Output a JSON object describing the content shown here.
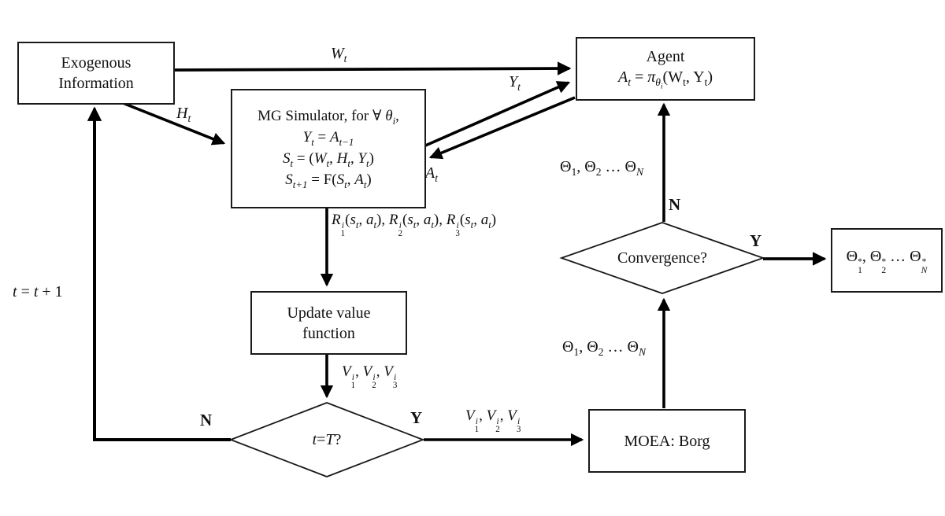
{
  "colors": {
    "background": "#ffffff",
    "stroke": "#000000",
    "text": "#111111"
  },
  "nodes": {
    "exogenous": {
      "line1": "Exogenous",
      "line2": "Information"
    },
    "simulator": {
      "line1_html": "MG Simulator, for ∀ <i>θ<sub>i</sub></i>,",
      "line2_html": "<i>Y<sub>t</sub></i> = <i>A<sub>t−1</sub></i>",
      "line3_html": "<i>S<sub>t</sub></i> = (<i>W<sub>t</sub></i>, <i>H<sub>t</sub></i>, <i>Y<sub>t</sub></i>)",
      "line4_html": "<i>S<sub>t+1</sub></i> = F(<i>S<sub>t</sub></i>, <i>A<sub>t</sub></i>)"
    },
    "agent": {
      "line1": "Agent",
      "line2_html": "<i>A<sub>t</sub></i> = <i>π<sub>θ<sub>i</sub></sub></i>(W<sub>t</sub>, Y<sub>t</sub>)"
    },
    "update_value": {
      "line1": "Update value",
      "line2": "function"
    },
    "moea": {
      "label": "MOEA: Borg"
    },
    "t_check": {
      "label_html": "<i>t</i> = <i>T</i>?"
    },
    "convergence": {
      "label": "Convergence?"
    },
    "output": {
      "label_html": "Θ<span class=\"stk\"><span>*</span><span>1</span></span>, Θ<span class=\"stk\"><span>*</span><span>2</span></span> … Θ<span class=\"stk\"><span>*</span><span><i>N</i></span></span>"
    }
  },
  "edge_labels": {
    "wt_html": "<i>W<sub>t</sub></i>",
    "ht_html": "<i>H<sub>t</sub></i>",
    "yt_html": "<i>Y<sub>t</sub></i>",
    "at_html": "<i>A<sub>t</sub></i>",
    "rewards_html": "<i>R</i><span class=\"stk\"><span><i>i</i></span><span>1</span></span>(<i>s<sub>t</sub></i>, <i>a<sub>t</sub></i>), <i>R</i><span class=\"stk\"><span><i>i</i></span><span>2</span></span>(<i>s<sub>t</sub></i>, <i>a<sub>t</sub></i>), <i>R</i><span class=\"stk\"><span><i>i</i></span><span>3</span></span>(<i>s<sub>t</sub></i>, <i>a<sub>t</sub></i>)",
    "values1_html": "<i>V</i><span class=\"stk\"><span><i>i</i></span><span>1</span></span>, <i>V</i><span class=\"stk\"><span><i>i</i></span><span>2</span></span>, <i>V</i><span class=\"stk\"><span><i>i</i></span><span>3</span></span>",
    "values2_html": "<i>V</i><span class=\"stk\"><span><i>i</i></span><span>1</span></span>, <i>V</i><span class=\"stk\"><span><i>i</i></span><span>2</span></span>, <i>V</i><span class=\"stk\"><span><i>i</i></span><span>3</span></span>",
    "theta_upper_html": "Θ<sub>1</sub>, Θ<sub>2</sub> … Θ<sub><i>N</i></sub>",
    "theta_lower_html": "Θ<sub>1</sub>, Θ<sub>2</sub> … Θ<sub><i>N</i></sub>",
    "t_increment_html": "<i>t</i> = <i>t</i> + 1",
    "n_convergence": "N",
    "y_convergence": "Y",
    "n_t_check": "N",
    "y_t_check": "Y"
  }
}
